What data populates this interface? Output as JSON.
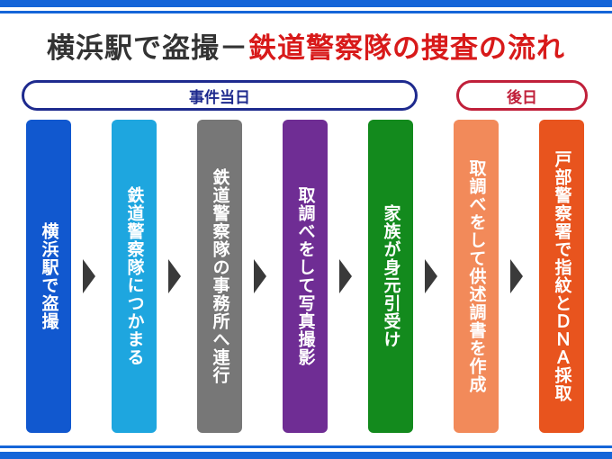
{
  "title": {
    "part1": "横浜駅で盗撮－",
    "part2": "鉄道警察隊の捜査の流れ"
  },
  "phases": {
    "day": "事件当日",
    "later": "後日"
  },
  "steps": [
    {
      "text": "横浜駅で盗撮",
      "color": "#1158cf"
    },
    {
      "text": "鉄道警察隊につかまる",
      "color": "#1ea6df"
    },
    {
      "text": "鉄道警察隊の事務所へ連行",
      "color": "#777777"
    },
    {
      "text": "取調べをして写真撮影",
      "color": "#6f2d94"
    },
    {
      "text": "家族が身元引受け",
      "color": "#138a1d"
    },
    {
      "text": "取調べをして供述調書を作成",
      "color": "#f28a5a"
    },
    {
      "text": "戸部警察署で指紋とＤＮＡ採取",
      "color": "#e8541e"
    }
  ],
  "colors": {
    "band": "#1565d8",
    "title_black": "#333333",
    "title_red": "#d81a1a",
    "phase_day": "#1e2a8e",
    "phase_later": "#c0203a",
    "arrow": "#3a3a3a"
  }
}
